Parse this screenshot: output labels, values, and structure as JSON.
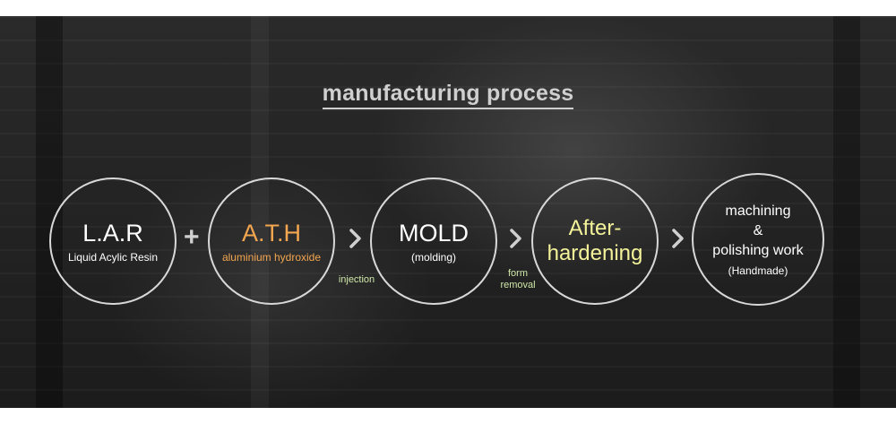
{
  "title": "manufacturing process",
  "steps": [
    {
      "main": "L.A.R",
      "sub": "Liquid Acylic Resin"
    },
    {
      "main": "A.T.H",
      "sub": "aluminium hydroxide",
      "color": "#f2a64f"
    },
    {
      "main": "MOLD",
      "sub": "(molding)"
    },
    {
      "main_line1": "After-",
      "main_line2": "hardening",
      "color": "#f4f39a"
    },
    {
      "line1": "machining",
      "line2": "&",
      "line3": "polishing work",
      "sub": "(Handmade)"
    }
  ],
  "plus_symbol": "+",
  "transitions": {
    "injection": "injection",
    "form_line1": "form",
    "form_line2": "removal"
  },
  "colors": {
    "label_green": "#cfe8a8",
    "circle_border": "#d8d8d8"
  }
}
